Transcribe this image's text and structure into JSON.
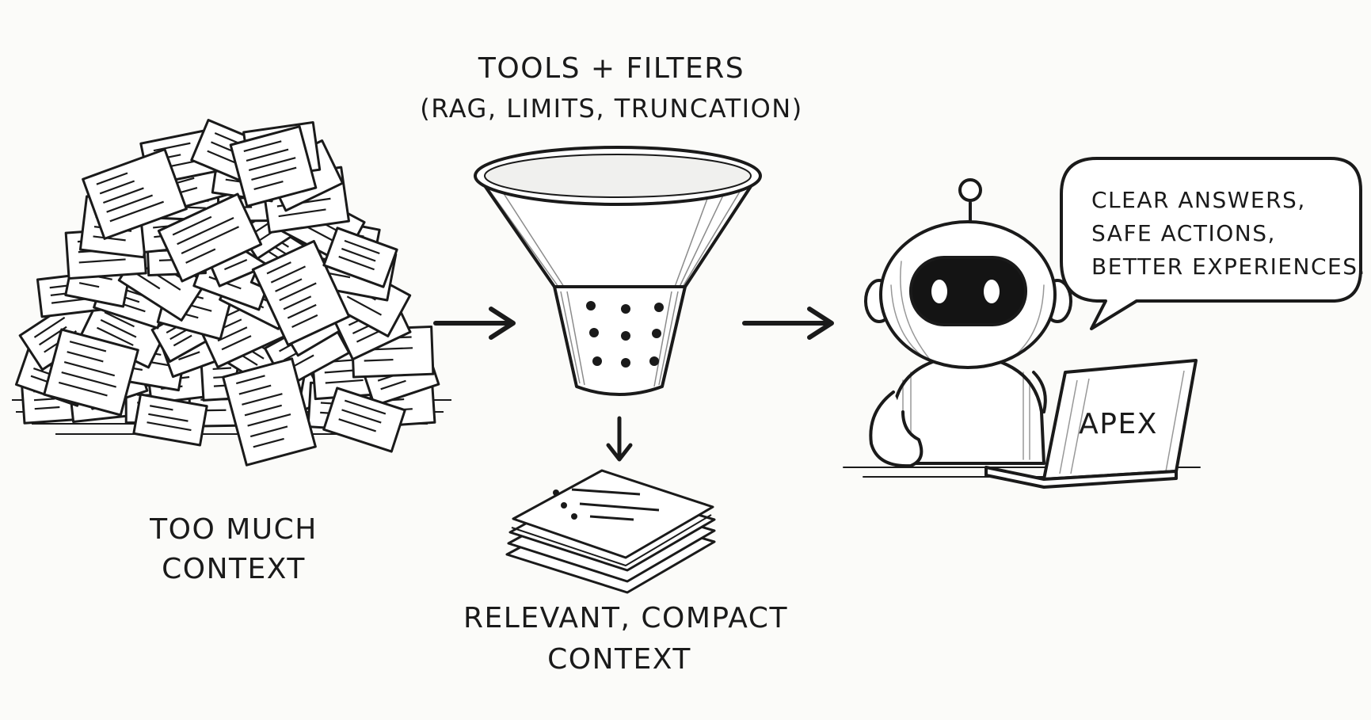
{
  "stages": {
    "input": {
      "label_line1": "TOO MUCH",
      "label_line2": "CONTEXT"
    },
    "filter": {
      "title": "TOOLS + FILTERS",
      "subtitle": "(RAG, LIMITS, TRUNCATION)"
    },
    "output": {
      "label_line1": "RELEVANT, COMPACT",
      "label_line2": "CONTEXT"
    },
    "assistant": {
      "speech_line1": "CLEAR ANSWERS,",
      "speech_line2": "SAFE ACTIONS,",
      "speech_line3": "BETTER EXPERIENCES.",
      "laptop_label": "APEX"
    }
  },
  "colors": {
    "ink": "#1a1a1a",
    "paper": "#ffffff",
    "background": "#fbfbf9",
    "shade": "#d9d9d6"
  }
}
